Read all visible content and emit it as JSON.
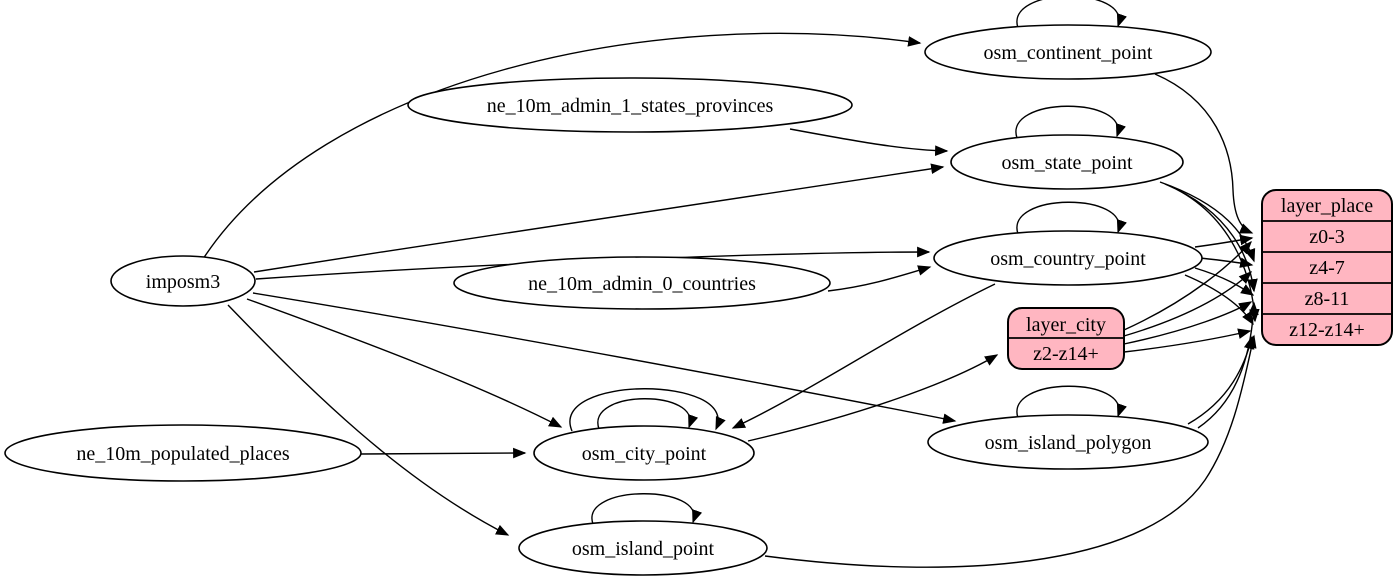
{
  "diagram": {
    "type": "graphviz-etl-graph",
    "colors": {
      "background": "#ffffff",
      "edge_stroke": "#000000",
      "ellipse_fill": "#ffffff",
      "record_fill": "#ffb6c1",
      "text": "#000000"
    },
    "nodes": {
      "imposm3": {
        "label": "imposm3",
        "shape": "ellipse"
      },
      "ne_states": {
        "label": "ne_10m_admin_1_states_provinces",
        "shape": "ellipse"
      },
      "ne_countries": {
        "label": "ne_10m_admin_0_countries",
        "shape": "ellipse"
      },
      "ne_places": {
        "label": "ne_10m_populated_places",
        "shape": "ellipse"
      },
      "continent": {
        "label": "osm_continent_point",
        "shape": "ellipse",
        "self_loops": 1
      },
      "state": {
        "label": "osm_state_point",
        "shape": "ellipse",
        "self_loops": 1
      },
      "country": {
        "label": "osm_country_point",
        "shape": "ellipse",
        "self_loops": 1
      },
      "city": {
        "label": "osm_city_point",
        "shape": "ellipse",
        "self_loops": 2
      },
      "island_polygon": {
        "label": "osm_island_polygon",
        "shape": "ellipse",
        "self_loops": 1
      },
      "island_point": {
        "label": "osm_island_point",
        "shape": "ellipse",
        "self_loops": 1
      },
      "layer_place": {
        "title": "layer_place",
        "shape": "record",
        "rows": [
          "z0-3",
          "z4-7",
          "z8-11",
          "z12-z14+"
        ]
      },
      "layer_city": {
        "title": "layer_city",
        "shape": "record",
        "rows": [
          "z2-z14+"
        ]
      }
    },
    "edges": [
      {
        "from": "imposm3",
        "to": "osm_continent_point"
      },
      {
        "from": "imposm3",
        "to": "osm_state_point"
      },
      {
        "from": "imposm3",
        "to": "osm_country_point"
      },
      {
        "from": "imposm3",
        "to": "osm_city_point"
      },
      {
        "from": "imposm3",
        "to": "osm_island_polygon"
      },
      {
        "from": "imposm3",
        "to": "osm_island_point"
      },
      {
        "from": "ne_10m_admin_1_states_provinces",
        "to": "osm_state_point"
      },
      {
        "from": "ne_10m_admin_0_countries",
        "to": "osm_country_point"
      },
      {
        "from": "ne_10m_populated_places",
        "to": "osm_city_point"
      },
      {
        "from": "osm_continent_point",
        "to": "osm_continent_point"
      },
      {
        "from": "osm_state_point",
        "to": "osm_state_point"
      },
      {
        "from": "osm_country_point",
        "to": "osm_country_point"
      },
      {
        "from": "osm_city_point",
        "to": "osm_city_point"
      },
      {
        "from": "osm_city_point",
        "to": "osm_city_point"
      },
      {
        "from": "osm_island_polygon",
        "to": "osm_island_polygon"
      },
      {
        "from": "osm_island_point",
        "to": "osm_island_point"
      },
      {
        "from": "osm_country_point",
        "to": "osm_city_point"
      },
      {
        "from": "osm_city_point",
        "to": "layer_city:z2-z14+"
      },
      {
        "from": "osm_continent_point",
        "to": "layer_place:z0-3"
      },
      {
        "from": "osm_country_point",
        "to": "layer_place:z0-3"
      },
      {
        "from": "osm_country_point",
        "to": "layer_place:z4-7"
      },
      {
        "from": "osm_country_point",
        "to": "layer_place:z8-11"
      },
      {
        "from": "osm_country_point",
        "to": "layer_place:z12-z14+"
      },
      {
        "from": "osm_state_point",
        "to": "layer_place:z4-7"
      },
      {
        "from": "osm_state_point",
        "to": "layer_place:z8-11"
      },
      {
        "from": "osm_state_point",
        "to": "layer_place:z12-z14+"
      },
      {
        "from": "layer_city:z2-z14+",
        "to": "layer_place:z0-3"
      },
      {
        "from": "layer_city:z2-z14+",
        "to": "layer_place:z4-7"
      },
      {
        "from": "layer_city:z2-z14+",
        "to": "layer_place:z8-11"
      },
      {
        "from": "layer_city:z2-z14+",
        "to": "layer_place:z12-z14+"
      },
      {
        "from": "osm_island_polygon",
        "to": "layer_place:z8-11"
      },
      {
        "from": "osm_island_polygon",
        "to": "layer_place:z12-z14+"
      },
      {
        "from": "osm_island_point",
        "to": "layer_place:z12-z14+"
      }
    ]
  }
}
